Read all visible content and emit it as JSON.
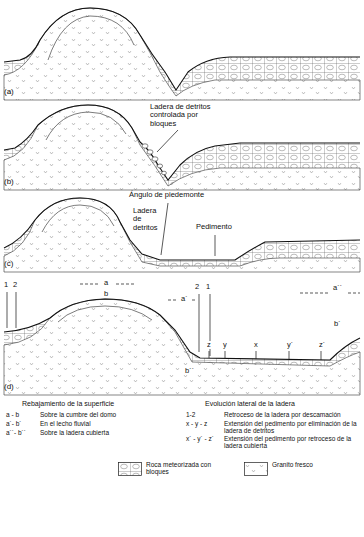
{
  "diagram": {
    "labels": [
      "(a)",
      "Ladera de detritos controlada por bloques",
      "(b)",
      "Ángulo de piedemonte",
      "Ladera de detritos",
      "Pedimento",
      "(c)",
      "1",
      "2",
      "a",
      "b",
      "2",
      "1",
      "a´",
      "a´´",
      "b´",
      "z",
      "y",
      "x",
      "y´",
      "z´",
      "b´´",
      "(d)",
      "Rebajamiento de la superficie",
      "a - b",
      "Sobre la cumbre del domo",
      "a´- b´",
      "En el lecho fluvial",
      "a´´- b´´",
      "Sobre la ladera cubierta",
      "Evolución lateral de la ladera",
      "1-2",
      "Retroceso de la ladera por descamación",
      "x - y - z",
      "Extensión del pedimento por eliminación de la ladera de detritos",
      "x´ - y´ - z´",
      "Extensión del pedimento por retroceso de la ladera cubierta"
    ],
    "legend": [
      {
        "text": "Roca meteorizada con bloques"
      },
      {
        "text": "Granito fresco"
      }
    ]
  }
}
